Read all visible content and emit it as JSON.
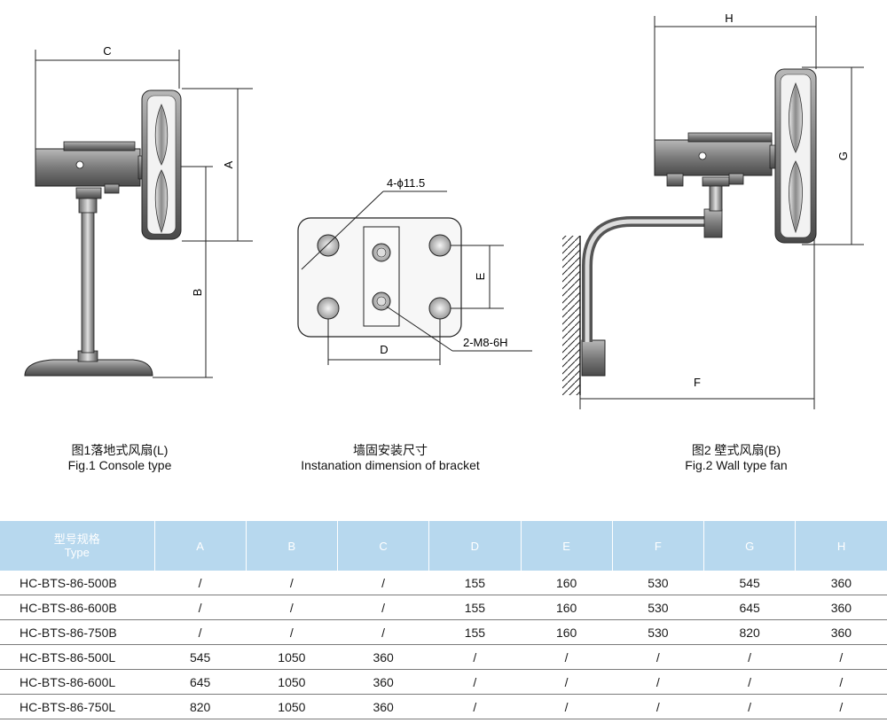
{
  "figure1": {
    "dim_c": "C",
    "dim_a": "A",
    "dim_b": "B",
    "caption_cn": "图1落地式风扇(L)",
    "caption_en": "Fig.1 Console type"
  },
  "bracket": {
    "hole_label": "4-ϕ11.5",
    "bolt_label": "2-M8-6H",
    "dim_d": "D",
    "dim_e": "E",
    "caption_cn": "墙固安装尺寸",
    "caption_en": "Instanation dimension of bracket"
  },
  "figure2": {
    "dim_h": "H",
    "dim_g": "G",
    "dim_f": "F",
    "caption_cn": "图2 壁式风扇(B)",
    "caption_en": "Fig.2 Wall type fan"
  },
  "spec_table": {
    "header_cn": "型号规格",
    "header_en": "Type",
    "columns": [
      "A",
      "B",
      "C",
      "D",
      "E",
      "F",
      "G",
      "H"
    ],
    "rows": [
      [
        "HC-BTS-86-500B",
        "/",
        "/",
        "/",
        "155",
        "160",
        "530",
        "545",
        "360"
      ],
      [
        "HC-BTS-86-600B",
        "/",
        "/",
        "/",
        "155",
        "160",
        "530",
        "645",
        "360"
      ],
      [
        "HC-BTS-86-750B",
        "/",
        "/",
        "/",
        "155",
        "160",
        "530",
        "820",
        "360"
      ],
      [
        "HC-BTS-86-500L",
        "545",
        "1050",
        "360",
        "/",
        "/",
        "/",
        "/",
        "/"
      ],
      [
        "HC-BTS-86-600L",
        "645",
        "1050",
        "360",
        "/",
        "/",
        "/",
        "/",
        "/"
      ],
      [
        "HC-BTS-86-750L",
        "820",
        "1050",
        "360",
        "/",
        "/",
        "/",
        "/",
        "/"
      ]
    ]
  }
}
